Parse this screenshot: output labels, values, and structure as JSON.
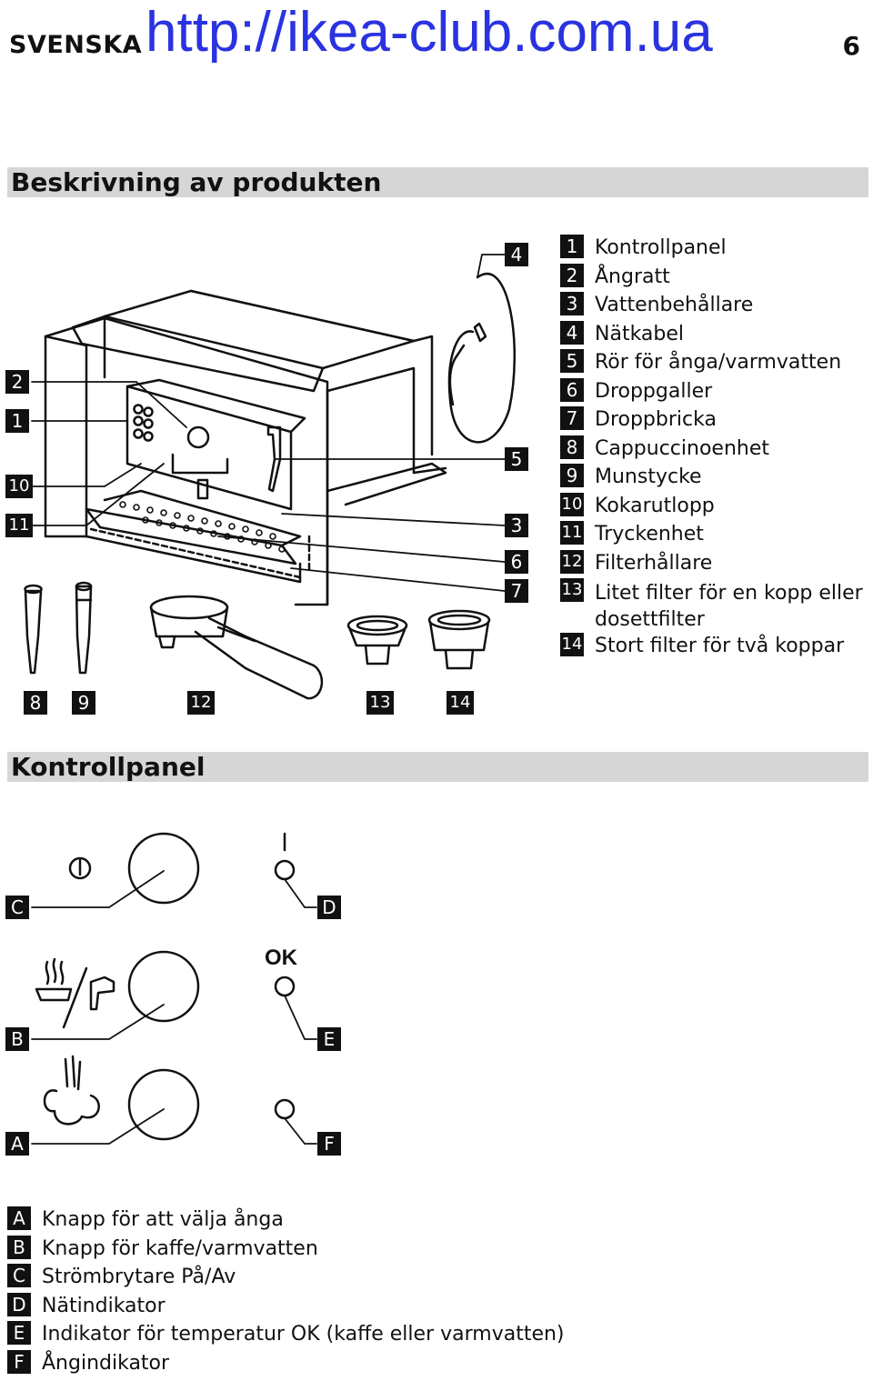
{
  "header": {
    "language": "SVENSKA",
    "url": "http://ikea-club.com.ua",
    "page_number": "6"
  },
  "sections": {
    "product_title": "Beskrivning av produkten",
    "control_title": "Kontrollpanel"
  },
  "product_parts": [
    {
      "num": "1",
      "label": "Kontrollpanel"
    },
    {
      "num": "2",
      "label": "Ångratt"
    },
    {
      "num": "3",
      "label": "Vattenbehållare"
    },
    {
      "num": "4",
      "label": "Nätkabel"
    },
    {
      "num": "5",
      "label": "Rör för ånga/varmvatten"
    },
    {
      "num": "6",
      "label": "Droppgaller"
    },
    {
      "num": "7",
      "label": "Droppbricka"
    },
    {
      "num": "8",
      "label": "Cappuccinoenhet"
    },
    {
      "num": "9",
      "label": "Munstycke"
    },
    {
      "num": "10",
      "label": "Kokarutlopp"
    },
    {
      "num": "11",
      "label": "Tryckenhet"
    },
    {
      "num": "12",
      "label": "Filterhållare"
    },
    {
      "num": "13",
      "label": "Litet filter för en kopp eller dosettfilter"
    },
    {
      "num": "14",
      "label": "Stort filter för två koppar"
    }
  ],
  "control_parts": [
    {
      "letter": "A",
      "label": "Knapp för att välja ånga"
    },
    {
      "letter": "B",
      "label": "Knapp för kaffe/varmvatten"
    },
    {
      "letter": "C",
      "label": "Strömbrytare På/Av"
    },
    {
      "letter": "D",
      "label": "Nätindikator"
    },
    {
      "letter": "E",
      "label": "Indikator för temperatur OK (kaffe eller varmvatten)"
    },
    {
      "letter": "F",
      "label": "Ångindikator"
    }
  ],
  "diagram_labels": {
    "machine_callouts": [
      "2",
      "1",
      "10",
      "11",
      "4",
      "5",
      "3",
      "6",
      "7"
    ],
    "accessory_callouts": [
      "8",
      "9",
      "12",
      "13",
      "14"
    ],
    "panel_callouts": [
      "C",
      "D",
      "B",
      "E",
      "A",
      "F"
    ],
    "indicator_d_symbol": "I",
    "indicator_e_symbol": "OK"
  }
}
